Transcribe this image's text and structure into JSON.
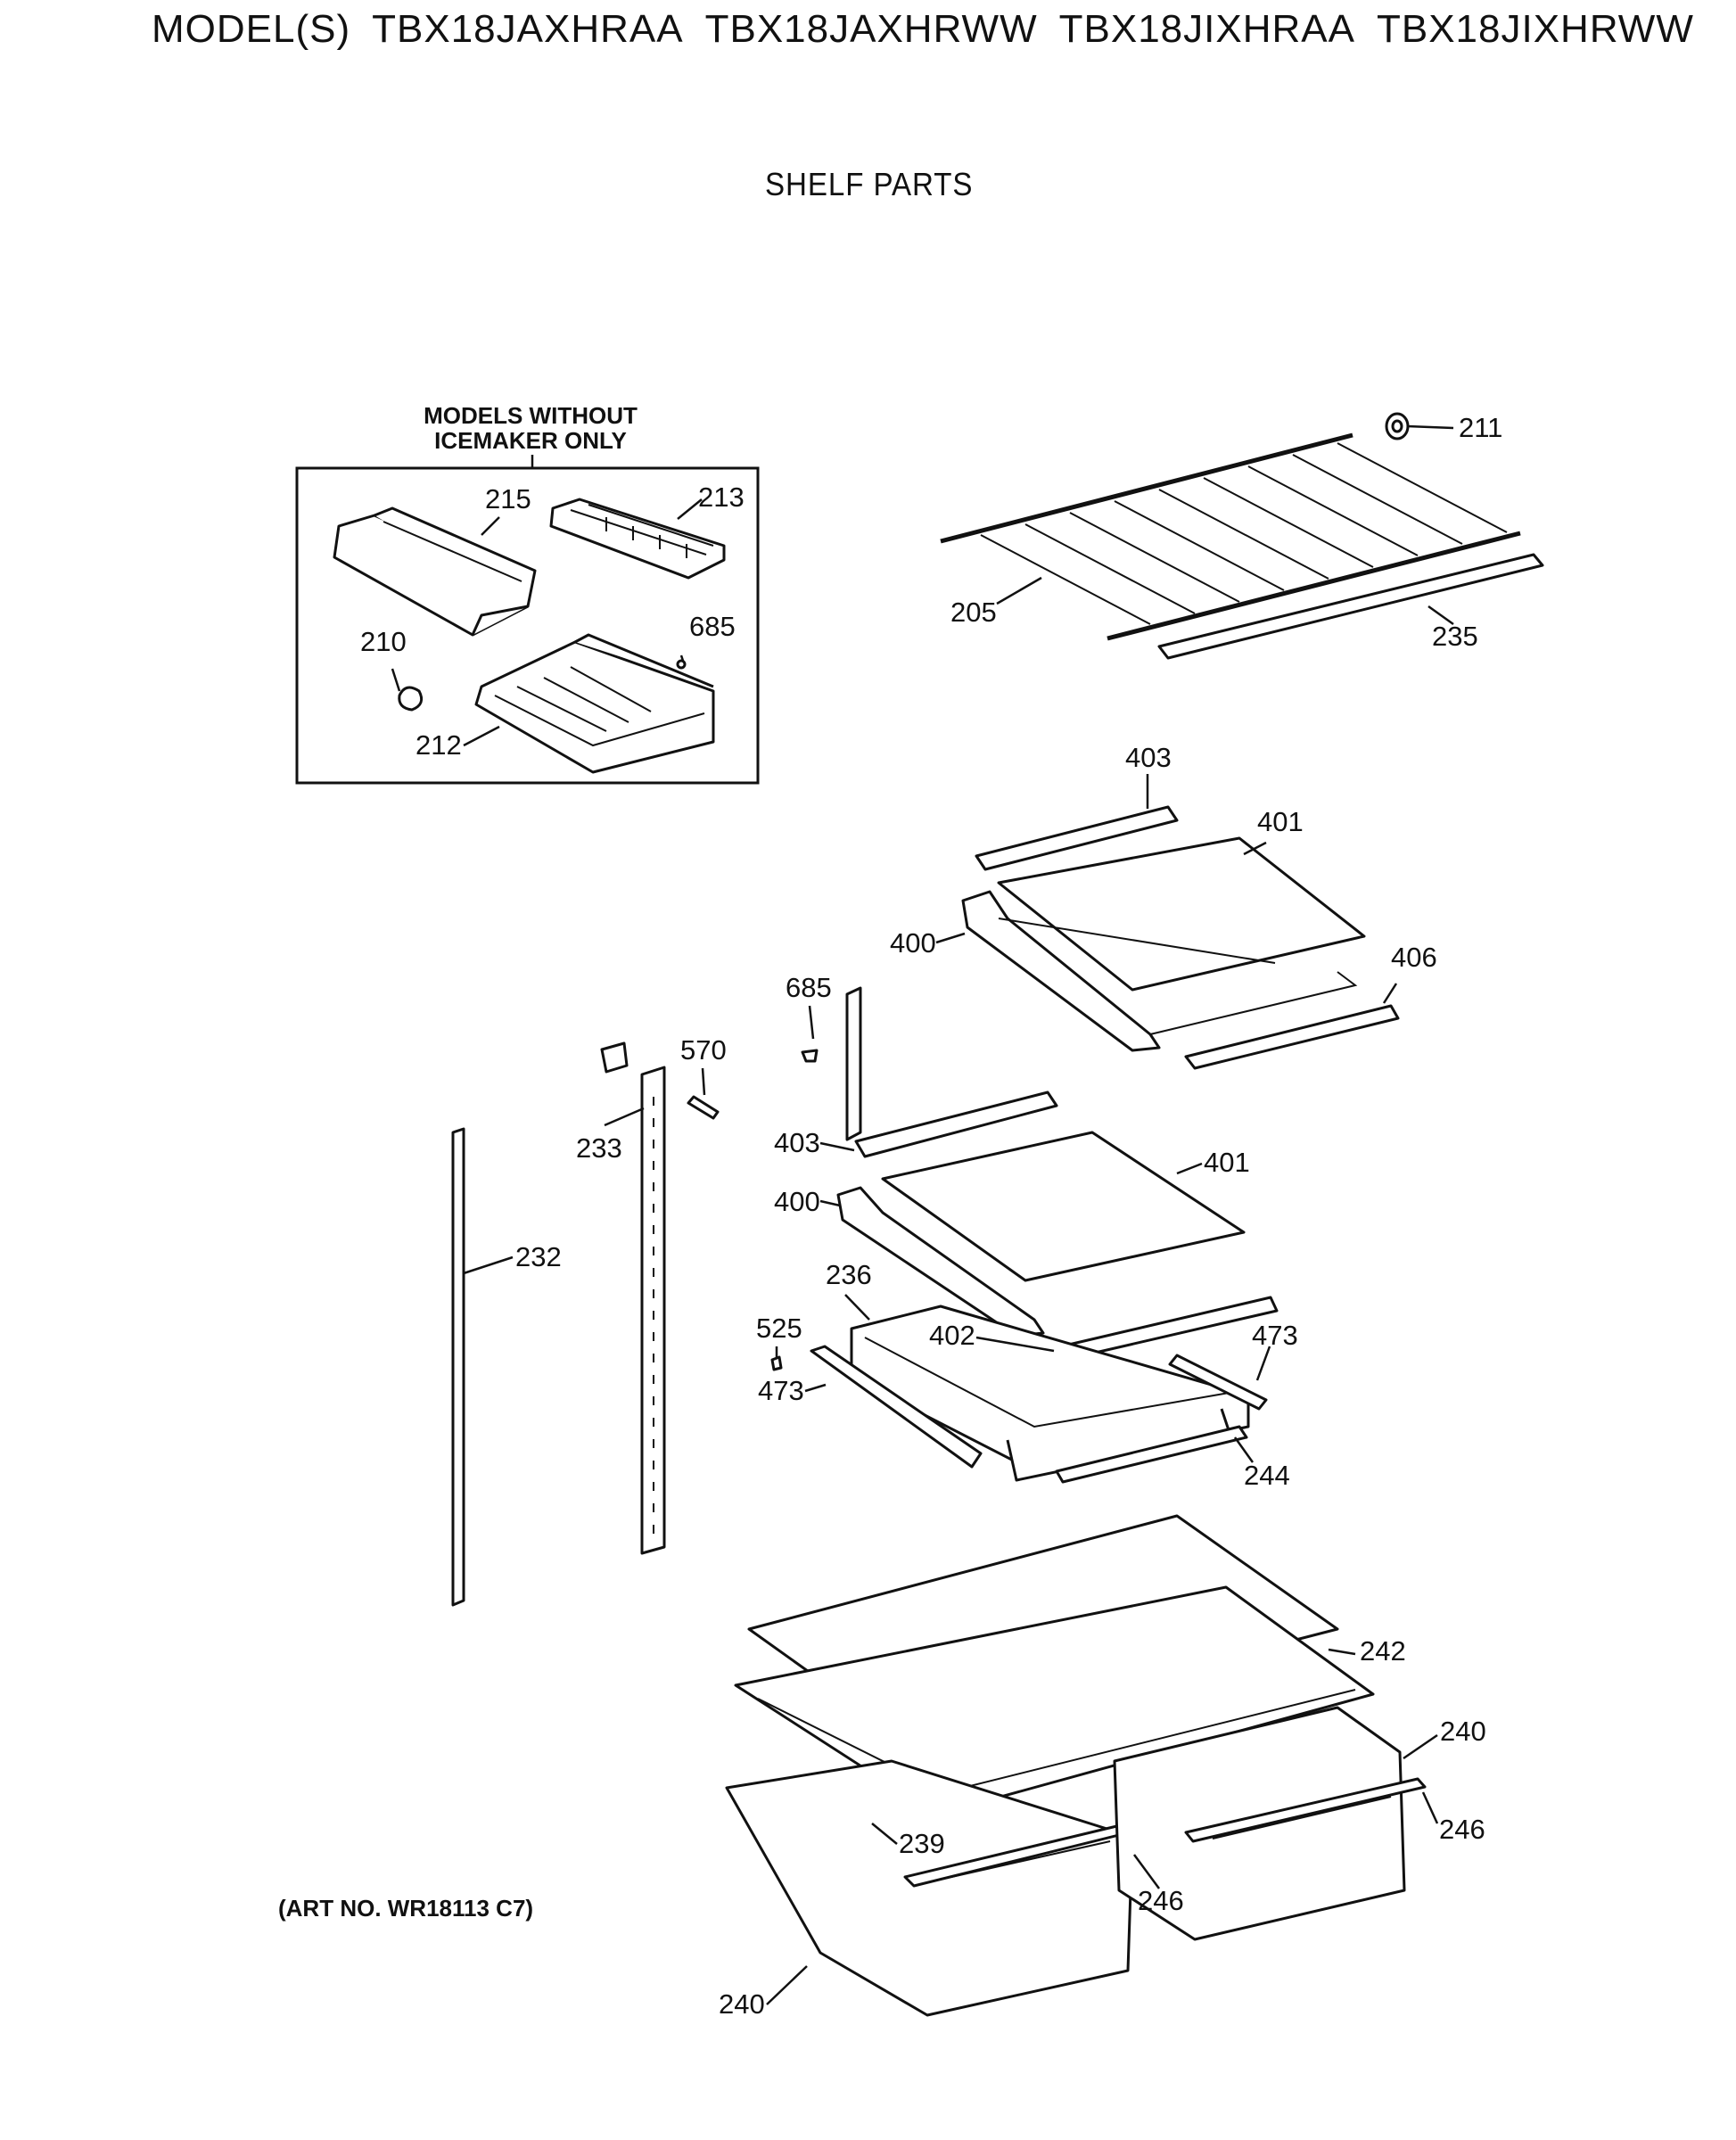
{
  "header": {
    "prefix": "MODEL(S)",
    "models": [
      "TBX18JAXHRAA",
      "TBX18JAXHRWW",
      "TBX18JIXHRAA",
      "TBX18JIXHRWW"
    ]
  },
  "title": "SHELF PARTS",
  "inset": {
    "note_line1": "MODELS WITHOUT",
    "note_line2": "ICEMAKER ONLY"
  },
  "art_number": "(ART NO. WR18113 C7)",
  "callouts": [
    "211",
    "205",
    "235",
    "215",
    "213",
    "210",
    "685",
    "212",
    "403",
    "401",
    "400",
    "406",
    "685",
    "570",
    "233",
    "232",
    "403",
    "401",
    "400",
    "236",
    "525",
    "402",
    "473",
    "473",
    "244",
    "242",
    "240",
    "239",
    "246",
    "246",
    "240"
  ]
}
